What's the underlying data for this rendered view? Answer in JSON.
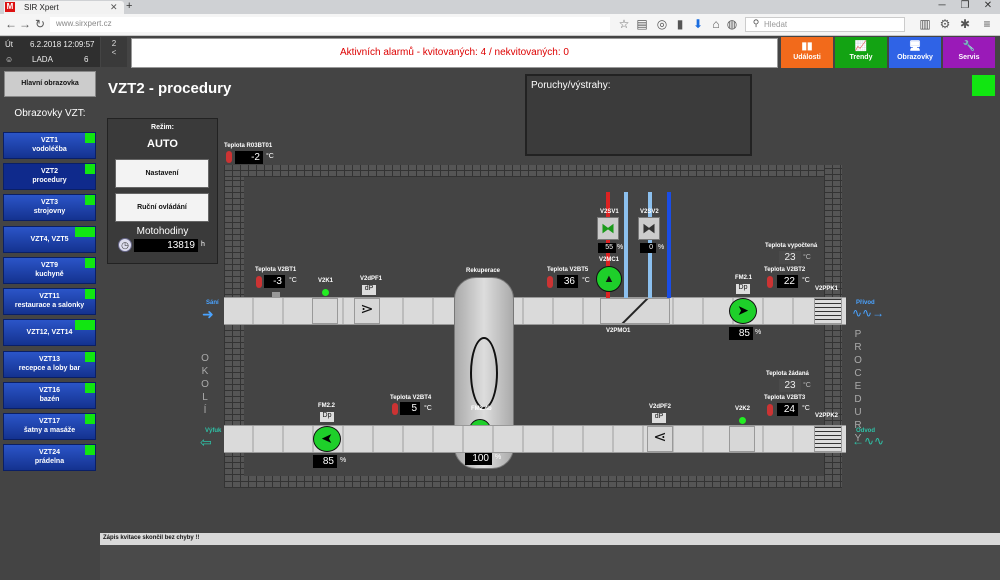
{
  "browser": {
    "tab_title": "SIR Xpert",
    "url": "www.sirxpert.cz",
    "search_placeholder": "Hledat",
    "logo_letter": "M"
  },
  "header": {
    "day": "Út",
    "date": "6.2.2018 12:09:57",
    "user": "LADA",
    "user_count": "6",
    "collapse_count": "2",
    "collapse_arrow": "<",
    "alarm_text": "Aktivních alarmů - kvitovaných: 4 / nekvitovaných: 0",
    "buttons": [
      {
        "label": "Události",
        "color": "#f26a1b",
        "icon": "events-icon",
        "glyph": "▮▮"
      },
      {
        "label": "Trendy",
        "color": "#13a313",
        "icon": "trend-icon",
        "glyph": "📈"
      },
      {
        "label": "Obrazovky",
        "color": "#2f63e6",
        "icon": "monitor-icon",
        "glyph": "🖥"
      },
      {
        "label": "Servis",
        "color": "#9a1ab8",
        "icon": "wrench-icon",
        "glyph": "🔧"
      }
    ]
  },
  "sidebar": {
    "main_button": "Hlavní obrazovka",
    "title": "Obrazovky VZT:",
    "items": [
      {
        "line1": "VZT1",
        "line2": "vodoléčba"
      },
      {
        "line1": "VZT2",
        "line2": "procedury"
      },
      {
        "line1": "VZT3",
        "line2": "strojovny"
      },
      {
        "line1": "VZT4, VZT5",
        "line2": ""
      },
      {
        "line1": "VZT9",
        "line2": "kuchyně"
      },
      {
        "line1": "VZT11",
        "line2": "restaurace a salonky"
      },
      {
        "line1": "VZT12, VZT14",
        "line2": ""
      },
      {
        "line1": "VZT13",
        "line2": "recepce a loby bar"
      },
      {
        "line1": "VZT16",
        "line2": "bazén"
      },
      {
        "line1": "VZT17",
        "line2": "šatny a masáže"
      },
      {
        "line1": "VZT24",
        "line2": "prádelna"
      }
    ]
  },
  "main": {
    "title": "VZT2 - procedury",
    "faults_label": "Poruchy/výstrahy:",
    "mode": {
      "label": "Režim:",
      "value": "AUTO",
      "settings_button": "Nastavení",
      "manual_button": "Ruční ovládání",
      "hours_label": "Motohodiny",
      "hours_value": "13819",
      "hours_unit": "h"
    },
    "outside_temp": {
      "label": "Teplota R03BT01",
      "value": "-2",
      "unit": "°C"
    },
    "okoli_letters": [
      "O",
      "K",
      "O",
      "L",
      "Í"
    ],
    "procedury_letters": [
      "P",
      "R",
      "O",
      "C",
      "E",
      "D",
      "U",
      "R",
      "Y"
    ],
    "supply": {
      "intake_label": "Sání",
      "v2bt1": {
        "label": "Teplota V2BT1",
        "value": "-3",
        "unit": "°C"
      },
      "v2k1": "V2K1",
      "v2dpf1": {
        "label": "V2dPF1",
        "dp": "dP"
      },
      "rekuperace": "Rekuperace",
      "v2bt5": {
        "label": "Teplota V2BT5",
        "value": "36",
        "unit": "°C"
      },
      "v2sv1": {
        "label": "V2SV1",
        "value": "55",
        "unit": "%"
      },
      "v2sv2": {
        "label": "V2SV2",
        "value": "0",
        "unit": "%"
      },
      "v2mc1": "V2MC1",
      "v2pmo1": "V2PMO1",
      "fm21": {
        "label": "FM2.1",
        "dp": "Dp",
        "value": "85",
        "unit": "%"
      },
      "calc_temp": {
        "label": "Teplota vypočtená",
        "value": "23",
        "unit": "°C"
      },
      "v2bt2": {
        "label": "Teplota V2BT2",
        "value": "22",
        "unit": "°C"
      },
      "v2ppk1": "V2PPK1",
      "outlet_label": "Přívod"
    },
    "exhaust": {
      "outlet_label": "Výfuk",
      "fm22": {
        "label": "FM2.2",
        "dp": "Dp",
        "value": "85",
        "unit": "%"
      },
      "v2bt4": {
        "label": "Teplota V2BT4",
        "value": "5",
        "unit": "°C"
      },
      "fm24b": {
        "label": "FM2.4b",
        "value": "100",
        "unit": "%",
        "motor": "M"
      },
      "v2dpf2": {
        "label": "V2dPF2",
        "dp": "dP"
      },
      "v2k2": "V2K2",
      "set_temp": {
        "label": "Teplota žádaná",
        "value": "23",
        "unit": "°C"
      },
      "v2bt3": {
        "label": "Teplota V2BT3",
        "value": "24",
        "unit": "°C"
      },
      "v2ppk2": "V2PPK2",
      "intake_label": "Odvod"
    }
  },
  "status_bar": {
    "message": "Zápis kvitace skončil bez chyby !!"
  }
}
